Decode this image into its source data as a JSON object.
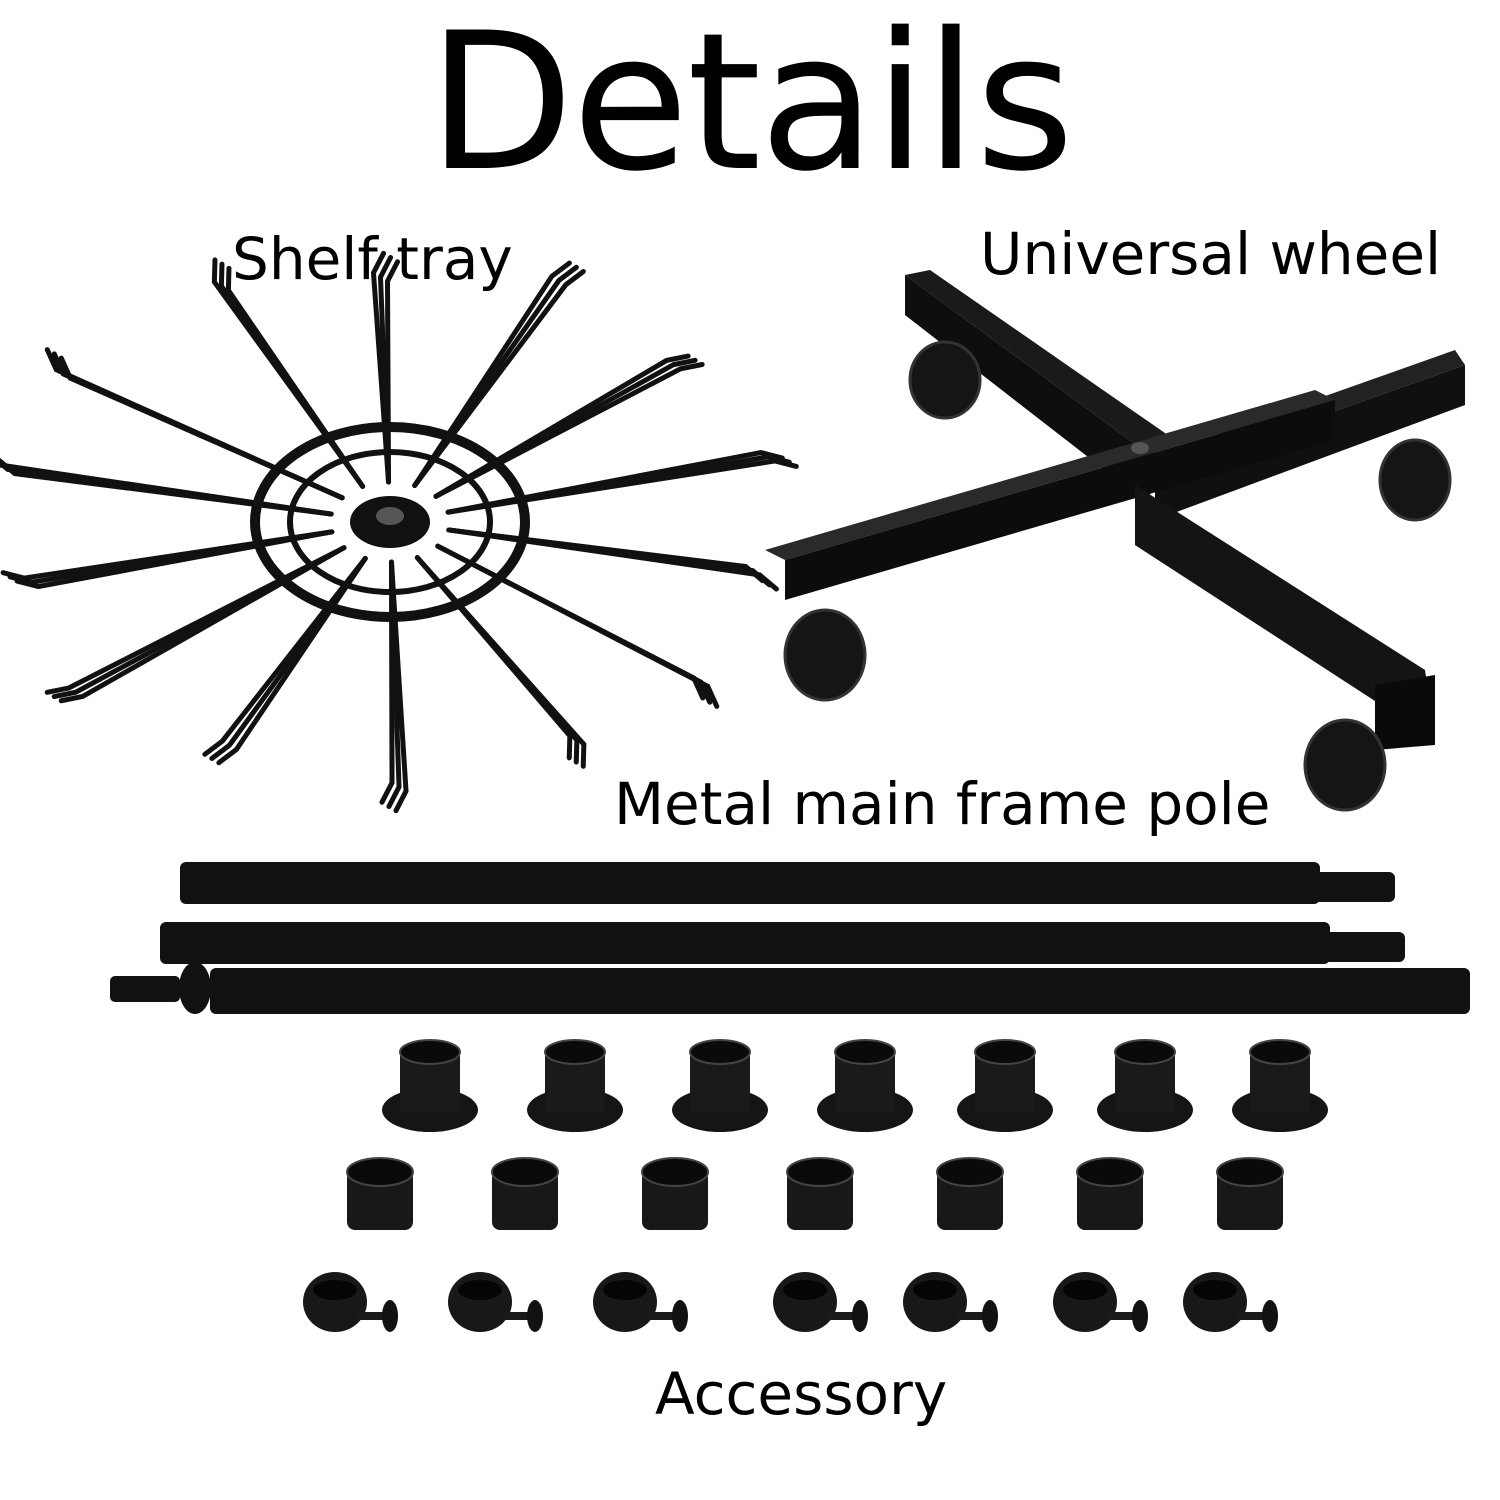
{
  "title": "Details",
  "labels": {
    "shelf_tray": "Shelf tray",
    "universal_wheel": "Universal wheel",
    "pole": "Metal main frame pole",
    "accessory": "Accessory"
  },
  "colors": {
    "background": "#ffffff",
    "parts": "#111111",
    "text": "#000000"
  }
}
